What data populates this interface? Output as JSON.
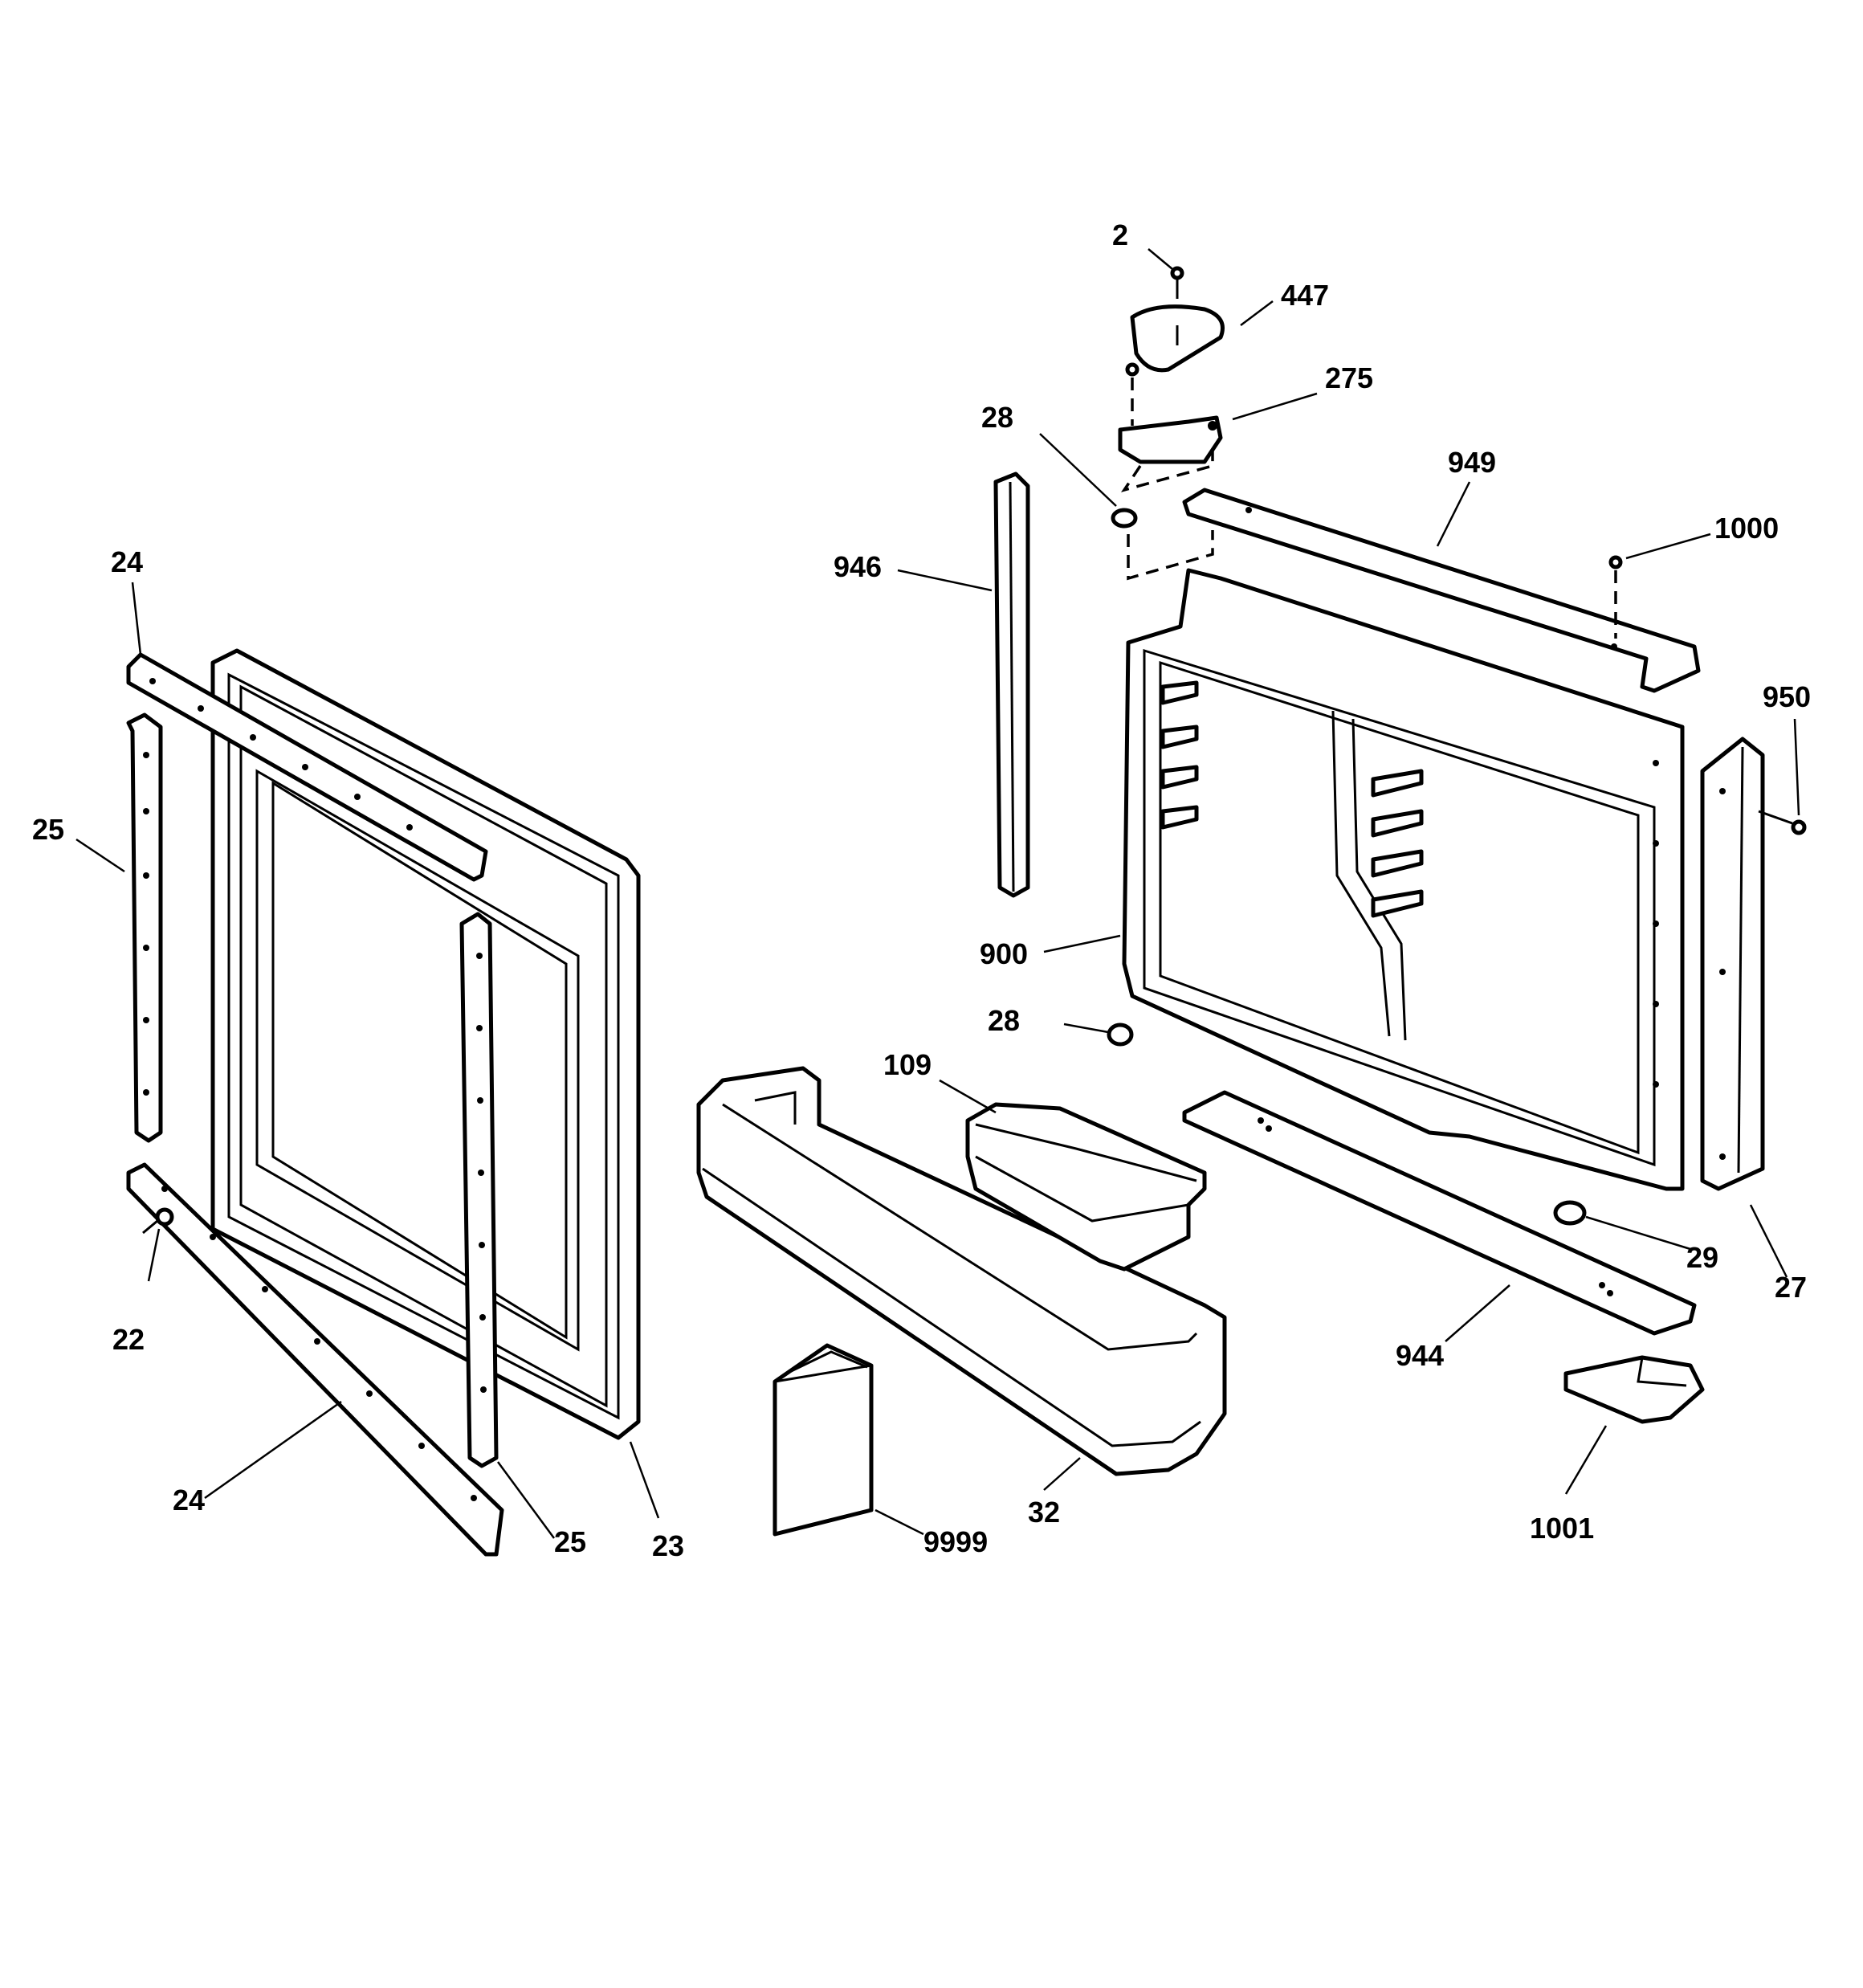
{
  "callouts": {
    "c2": "2",
    "c447": "447",
    "c275": "275",
    "c28_top": "28",
    "c949": "949",
    "c1000": "1000",
    "c946": "946",
    "c950": "950",
    "c24_top": "24",
    "c25_left": "25",
    "c900": "900",
    "c28_mid": "28",
    "c109": "109",
    "c29": "29",
    "c27": "27",
    "c22": "22",
    "c944": "944",
    "c24_bottom": "24",
    "c25_bottom": "25",
    "c23": "23",
    "c9999": "9999",
    "c32": "32",
    "c1001": "1001"
  }
}
